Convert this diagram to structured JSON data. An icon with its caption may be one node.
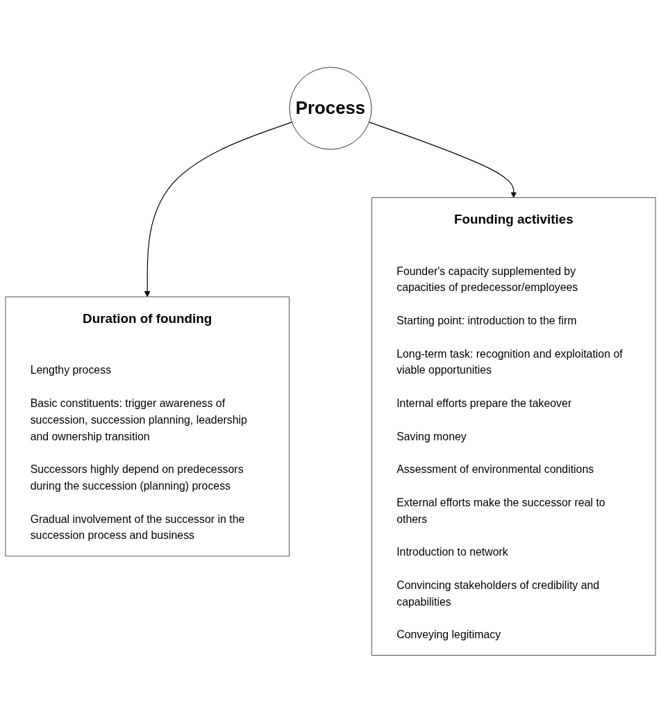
{
  "diagram": {
    "nodes": [
      {
        "text": [
          "Process"
        ]
      },
      {
        "text": [
          "Duration of founding",
          "Lengthy process",
          "Basic constituents: trigger awareness of succession, succession planning, leadership and ownership transition",
          "Successors highly depend on predecessors during the succession (planning) process",
          "Gradual involvement of the successor in the succession process and business"
        ]
      },
      {
        "text": [
          "Founding activities",
          "Founder's capacity supplemented by capacities of predecessor/employees",
          "Starting point: introduction to the firm",
          "Long-term task: recognition and exploitation of viable opportunities",
          "Internal efforts prepare the takeover",
          "Saving money",
          "Assessment of environmental conditions",
          "External efforts make the successor real to others",
          "Introduction to network",
          "Convincing stakeholders of credibility and capabilities",
          "Conveying legitimacy"
        ]
      }
    ],
    "edges": [
      {
        "from": 0,
        "to": 1,
        "arrow": "to"
      },
      {
        "from": 0,
        "to": 2,
        "arrow": "to"
      }
    ]
  }
}
